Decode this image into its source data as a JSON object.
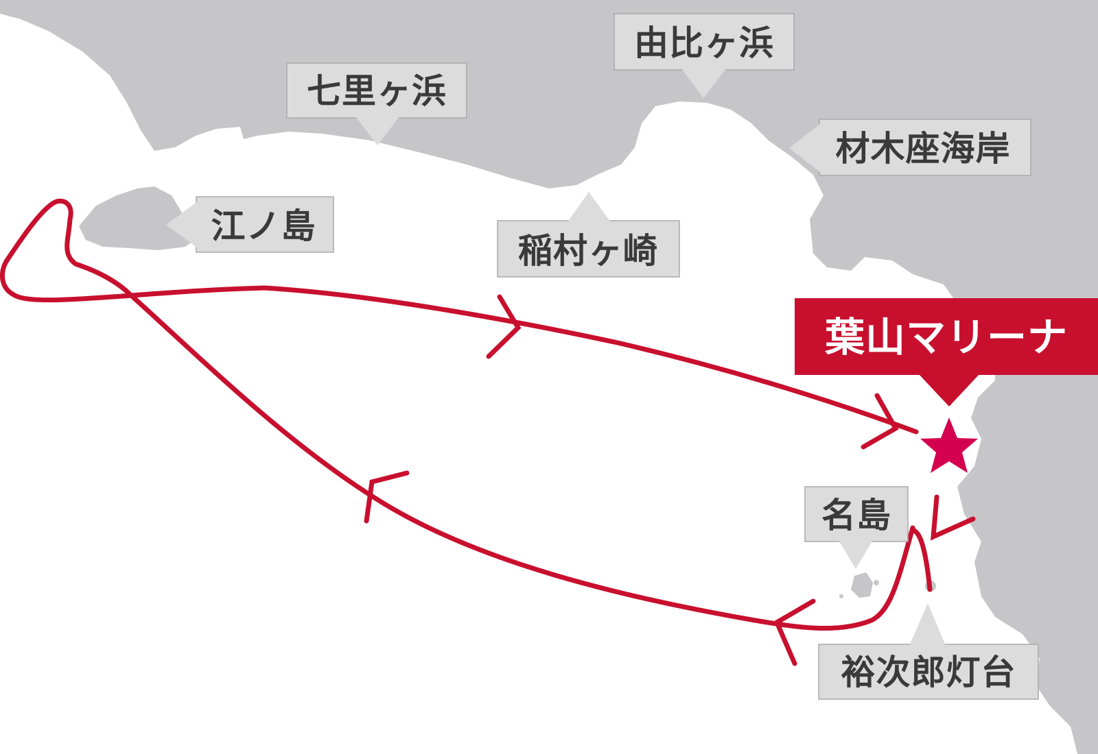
{
  "map": {
    "colors": {
      "land": "#c6c6c9",
      "sea": "#ffffff",
      "route": "#c8102e",
      "marker": "#d4004f",
      "label_bg": "#dcdcdd",
      "label_text": "#3a3a3a"
    },
    "labels": {
      "yuigahama": "由比ヶ浜",
      "shichirigahama": "七里ヶ浜",
      "zaimokuza": "材木座海岸",
      "enoshima": "江ノ島",
      "inamuragasaki": "稲村ヶ崎",
      "najima": "名島",
      "yujiro_lighthouse": "裕次郎灯台"
    },
    "destination": {
      "label": "葉山マリーナ",
      "icon": "star-icon"
    },
    "route_icon": "route-arrow-icon"
  }
}
